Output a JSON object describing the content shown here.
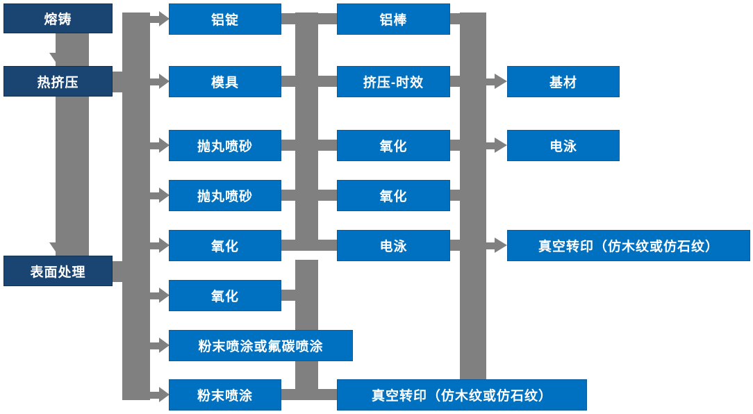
{
  "diagram": {
    "type": "flowchart",
    "language": "zh-CN"
  },
  "colors": {
    "stage_fill": "#1a4472",
    "process_fill": "#0070c0",
    "connector": "#808080",
    "text": "#ffffff"
  },
  "nodes": [
    {
      "id": "melting-casting",
      "label": "熔铸",
      "column": 1
    },
    {
      "id": "hot-extrusion",
      "label": "热挤压",
      "column": 1
    },
    {
      "id": "surface-treatment",
      "label": "表面处理",
      "column": 1
    },
    {
      "id": "aluminum-ingot",
      "label": "铝锭",
      "column": 2
    },
    {
      "id": "mold",
      "label": "模具",
      "column": 2
    },
    {
      "id": "shot-blasting-1",
      "label": "抛丸喷砂",
      "column": 2
    },
    {
      "id": "shot-blasting-2",
      "label": "抛丸喷砂",
      "column": 2
    },
    {
      "id": "oxidation-1",
      "label": "氧化",
      "column": 2
    },
    {
      "id": "oxidation-2",
      "label": "氧化",
      "column": 2
    },
    {
      "id": "powder-or-fluorocarbon",
      "label": "粉末喷涂或氟碳喷涂",
      "column": 2
    },
    {
      "id": "powder-coating",
      "label": "粉末喷涂",
      "column": 2
    },
    {
      "id": "aluminum-rod",
      "label": "铝棒",
      "column": 3
    },
    {
      "id": "extrusion-aging",
      "label": "挤压-时效",
      "column": 3
    },
    {
      "id": "oxidation-3",
      "label": "氧化",
      "column": 3
    },
    {
      "id": "oxidation-4",
      "label": "氧化",
      "column": 3
    },
    {
      "id": "electrophoresis-1",
      "label": "电泳",
      "column": 3
    },
    {
      "id": "vacuum-transfer-bottom",
      "label": "真空转印（仿木纹或仿石纹）",
      "column": 3
    },
    {
      "id": "substrate",
      "label": "基材",
      "column": 4
    },
    {
      "id": "electrophoresis-2",
      "label": "电泳",
      "column": 4
    },
    {
      "id": "vacuum-transfer-right",
      "label": "真空转印（仿木纹或仿石纹）",
      "column": 4
    }
  ],
  "connections": {
    "left_chain_arrow_targets": [
      "热挤压",
      "表面处理"
    ],
    "middle_column_arrow_targets": [
      "铝锭",
      "模具",
      "抛丸喷砂",
      "抛丸喷砂",
      "氧化",
      "氧化",
      "粉末喷涂或氟碳喷涂",
      "粉末喷涂"
    ],
    "right_column_arrow_targets": [
      "基材",
      "电泳",
      "真空转印（仿木纹或仿石纹）"
    ]
  }
}
